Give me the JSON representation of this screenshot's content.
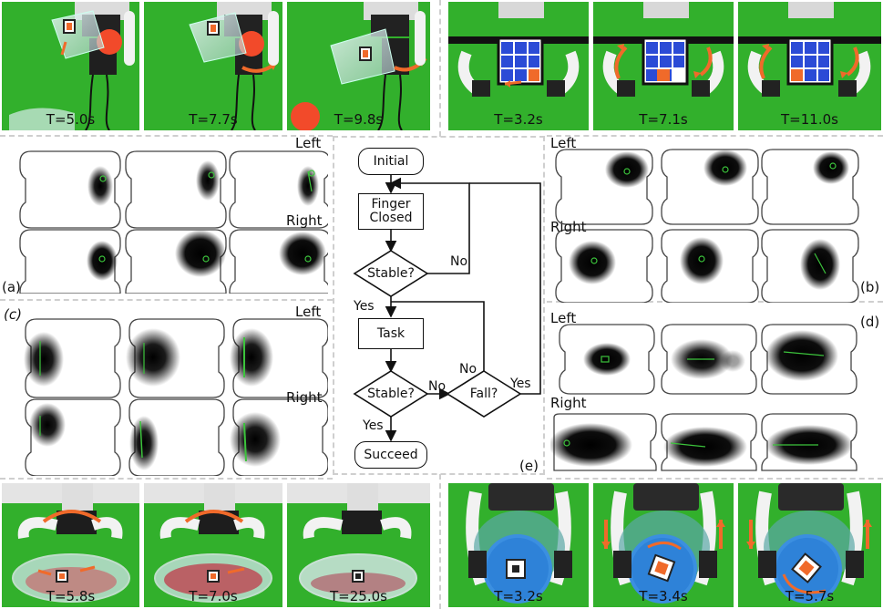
{
  "top_left_photos": [
    {
      "time": "T=5.0s"
    },
    {
      "time": "T=7.7s"
    },
    {
      "time": "T=9.8s"
    }
  ],
  "top_right_photos": [
    {
      "time": "T=3.2s"
    },
    {
      "time": "T=7.1s"
    },
    {
      "time": "T=11.0s"
    }
  ],
  "bottom_left_photos": [
    {
      "time": "T=5.8s"
    },
    {
      "time": "T=7.0s"
    },
    {
      "time": "T=25.0s"
    }
  ],
  "bottom_right_photos": [
    {
      "time": "T=3.2s"
    },
    {
      "time": "T=3.4s"
    },
    {
      "time": "T=5.7s"
    }
  ],
  "panels": {
    "a": "(a)",
    "b": "(b)",
    "c": "(c)",
    "d": "(d)",
    "e": "(e)"
  },
  "row_labels": {
    "left": "Left",
    "right": "Right"
  },
  "flowchart": {
    "initial": "Initial",
    "finger_closed_line1": "Finger",
    "finger_closed_line2": "Closed",
    "stable1": "Stable?",
    "no1": "No",
    "yes1": "Yes",
    "task": "Task",
    "no_fall": "No",
    "stable2": "Stable?",
    "no2": "No",
    "fall": "Fall?",
    "yes_fall": "Yes",
    "yes2": "Yes",
    "succeed": "Succeed"
  },
  "colors": {
    "green_screen": "#2fae2a",
    "accent_orange": "#f06a2a",
    "marker_green": "#3cc43c"
  }
}
